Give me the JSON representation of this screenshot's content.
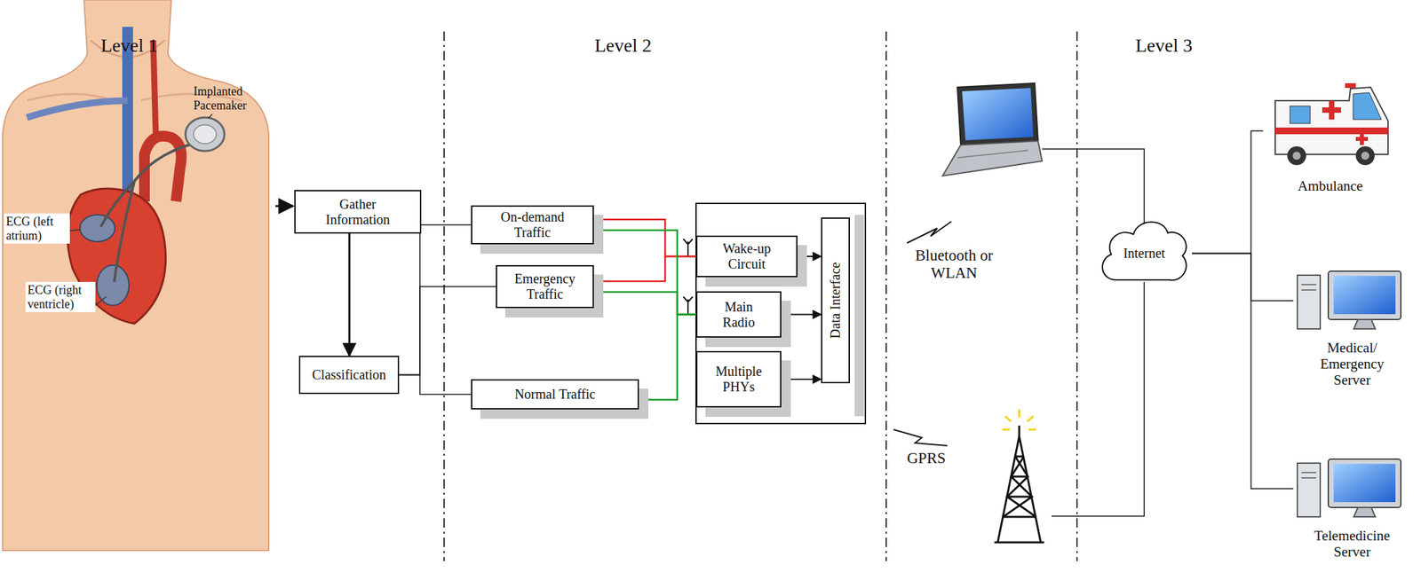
{
  "diagram": {
    "nodes": [
      {
        "text": [
          "Gather Information"
        ]
      },
      {
        "text": [
          "Classification"
        ]
      },
      {
        "text": [
          "On-demand Traffic"
        ]
      },
      {
        "text": [
          "Emergency Traffic"
        ]
      },
      {
        "text": [
          "Normal Traffic"
        ]
      },
      {
        "text": [
          "Wake-up Circuit"
        ]
      },
      {
        "text": [
          "Main Radio"
        ]
      },
      {
        "text": [
          "Multiple PHYs"
        ]
      },
      {
        "text": [
          "Data Interface"
        ]
      },
      {
        "text": [
          "Internet"
        ]
      },
      {
        "text": [
          "Ambulance"
        ]
      },
      {
        "text": [
          "Medical/ Emergency Server"
        ]
      },
      {
        "text": [
          "Telemedicine Server"
        ]
      }
    ],
    "edges": [
      {
        "from": 0,
        "to": 1,
        "arrow": "to"
      },
      {
        "from": 1,
        "to": 2,
        "arrow": "none"
      },
      {
        "from": 1,
        "to": 3,
        "arrow": "none"
      },
      {
        "from": 1,
        "to": 4,
        "arrow": "none"
      },
      {
        "from": 2,
        "to": 5,
        "arrow": "none"
      },
      {
        "from": 3,
        "to": 5,
        "arrow": "none"
      },
      {
        "from": 2,
        "to": 6,
        "arrow": "none"
      },
      {
        "from": 3,
        "to": 6,
        "arrow": "none"
      },
      {
        "from": 4,
        "to": 6,
        "arrow": "none"
      },
      {
        "from": 5,
        "to": 8,
        "arrow": "both"
      },
      {
        "from": 6,
        "to": 8,
        "arrow": "both"
      },
      {
        "from": 7,
        "to": 8,
        "arrow": "both"
      },
      {
        "from": 9,
        "to": 10,
        "arrow": "none"
      },
      {
        "from": 9,
        "to": 11,
        "arrow": "none"
      },
      {
        "from": 9,
        "to": 12,
        "arrow": "none"
      }
    ],
    "labels": [
      "Level 1",
      "Level 2",
      "Level 3",
      "Implanted Pacemaker",
      "ECG (left atrium)",
      "ECG (right ventricle)",
      "Bluetooth or WLAN",
      "GPRS"
    ]
  }
}
